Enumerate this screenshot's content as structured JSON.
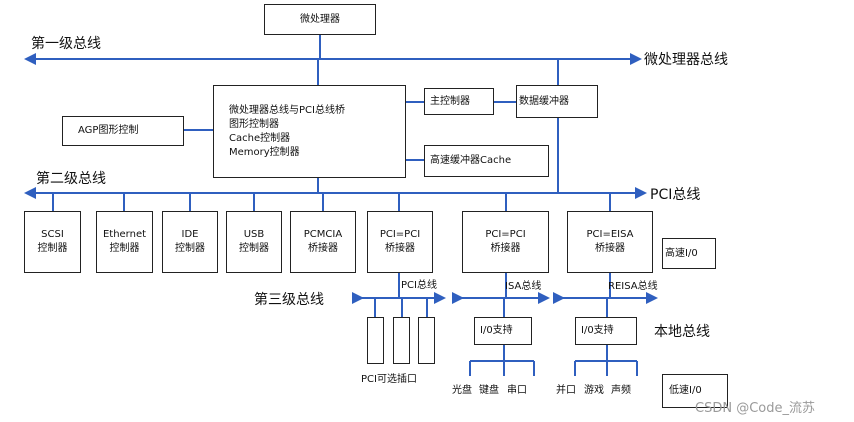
{
  "colors": {
    "line": "#2f5fbf",
    "box_border": "#222222",
    "watermark": "#9a9a9a"
  },
  "buses": {
    "first": "第一级总线",
    "cpu": "微处理器总线",
    "second": "第二级总线",
    "pci": "PCI总线",
    "third": "第三级总线",
    "local": "本地总线",
    "pci_sub": "PCI总线",
    "isa": "ISA总线",
    "reisa": "REISA总线"
  },
  "boxes": {
    "cpu": "微处理器",
    "bridge": [
      "微处理器总线与PCI总线桥",
      "图形控制器",
      "Cache控制器",
      "Memory控制器"
    ],
    "agp": "AGP图形控制",
    "main_ctrl": "主控制器",
    "data_buf": "数据缓冲器",
    "cache": "高速缓冲器Cache",
    "scsi": [
      "SCSI",
      "控制器"
    ],
    "ethernet": [
      "Ethernet",
      "控制器"
    ],
    "ide": [
      "IDE",
      "控制器"
    ],
    "usb": [
      "USB",
      "控制器"
    ],
    "pcmcia": [
      "PCMCIA",
      "桥接器"
    ],
    "pci_pci1": [
      "PCI=PCI",
      "桥接器"
    ],
    "pci_pci2": [
      "PCI=PCI",
      "桥接器"
    ],
    "pci_eisa": [
      "PCI=EISA",
      "桥接器"
    ],
    "hs_io": "高速I/0",
    "io1": "I/0支持",
    "io2": "I/0支持",
    "ls_io": "低速I/0"
  },
  "labels": {
    "pci_slot": "PCI可选插口",
    "io1_items": [
      "光盘",
      "键盘",
      "串口"
    ],
    "io2_items": [
      "并口",
      "游戏",
      "声频"
    ]
  },
  "watermark": "CSDN @Code_流苏"
}
